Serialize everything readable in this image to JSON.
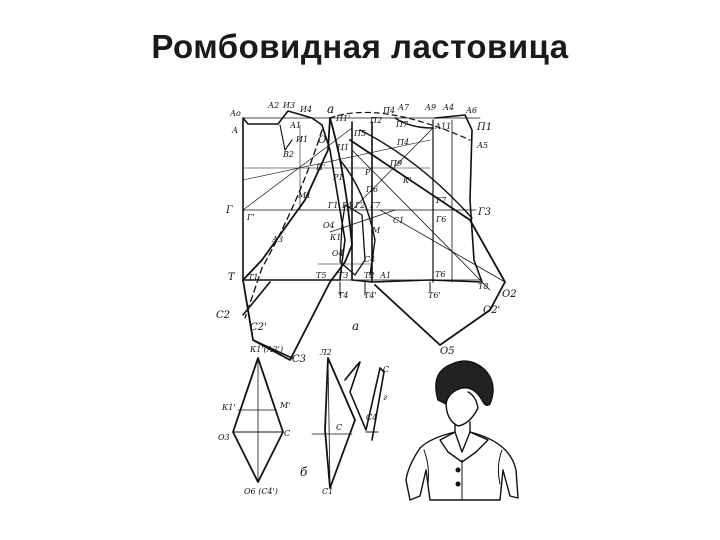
{
  "slide": {
    "title": "Ромбовидная ластовица"
  },
  "diagram": {
    "labels": {
      "a_label": "а",
      "b_label": "б",
      "g_label": "г",
      "Ao": "Ао",
      "A": "А",
      "A2": "А2",
      "I3": "И3",
      "I4": "И4",
      "a": "а",
      "Pi1p": "П1'",
      "P4": "П4",
      "A4": "А4",
      "A7": "А7",
      "Ag": "А9",
      "P7": "П7",
      "P2": "П2",
      "Pi1": "П1",
      "Pi2": "П2",
      "A11": "А11",
      "I1": "И1",
      "O": "О",
      "B2": "В2",
      "Pi5": "П5",
      "Pi4p": "П4",
      "Pi6": "П6",
      "R1": "Р1",
      "P": "Р",
      "K": "К'",
      "Pp": "П'",
      "M1": "М1",
      "G": "Г",
      "Gp": "Г'",
      "G1": "Г1",
      "G4": "Г4",
      "G2": "Г2",
      "G7": "Г7",
      "G6": "Г6",
      "G3": "Г3",
      "C1": "С1",
      "M": "М",
      "O4": "О4",
      "K1": "К1",
      "A3": "А3",
      "T": "Т",
      "T1": "Т1",
      "T5": "Т5",
      "T3": "Т3",
      "T2": "Т2",
      "T4": "Т4",
      "A1": "А1",
      "T6": "Т6",
      "T6p": "Т6'",
      "T8": "Т8",
      "O2": "О2",
      "O2p": "О2'",
      "C2": "С2",
      "C2p": "С2'",
      "C3": "С3",
      "O5": "О5",
      "C4": "С4",
      "U1": "Ц1",
      "A5": "А5",
      "A6": "А6",
      "T4p": "Т4'",
      "Pi9": "П9",
      "K1top": "К1'(А2')",
      "K1p": "К1'",
      "Mp": "М'",
      "O3": "О3",
      "C": "С",
      "O6": "О6 (С4')",
      "L2": "Л2",
      "Cb": "С",
      "C4b": "С4",
      "C1b": "С1",
      "Cg": "С",
      "Gg": "г"
    }
  }
}
